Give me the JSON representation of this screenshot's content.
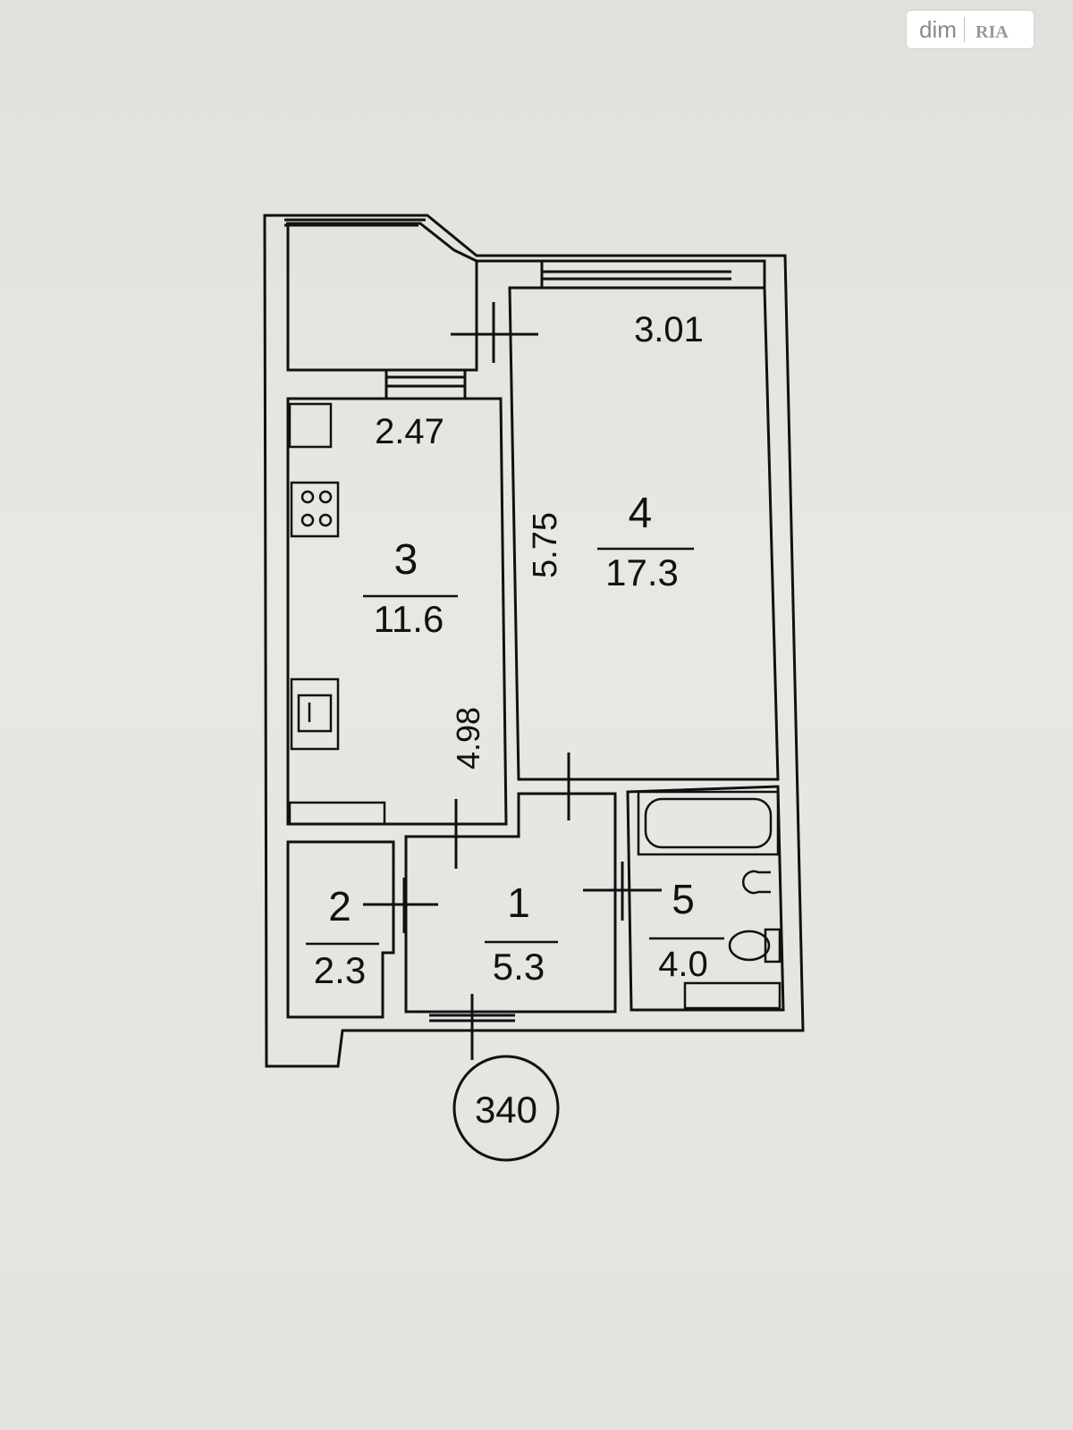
{
  "watermark": {
    "brand_text": "dim",
    "logo_text": "RIA"
  },
  "rooms": [
    {
      "number": "1",
      "area": "5.3"
    },
    {
      "number": "2",
      "area": "2.3"
    },
    {
      "number": "3",
      "area": "11.6"
    },
    {
      "number": "4",
      "area": "17.3"
    },
    {
      "number": "5",
      "area": "4.0"
    }
  ],
  "dimensions": {
    "kitchen_width": "2.47",
    "kitchen_length": "4.98",
    "room_width": "3.01",
    "room_length": "5.75"
  },
  "apartment_number": "340",
  "colors": {
    "line": "#111111",
    "paper": "#e3e5e0"
  }
}
